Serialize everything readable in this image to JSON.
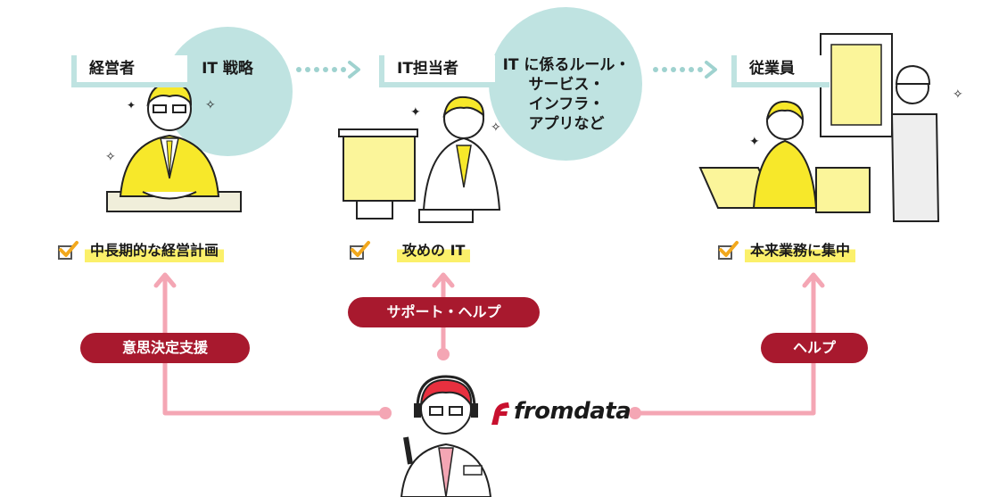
{
  "roles": {
    "executive": "経営者",
    "it_staff": "IT担当者",
    "employee": "従業員"
  },
  "bubbles": {
    "executive_topic": "IT 戦略",
    "it_staff_topic": "IT に係るルール・\nサービス・\nインフラ・\nアプリなど"
  },
  "outcomes": {
    "executive": "中長期的な経営計画",
    "it_staff": "攻めの IT",
    "employee": "本来業務に集中"
  },
  "support": {
    "executive": "意思決定支援",
    "it_staff": "サポート・ヘルプ",
    "employee": "ヘルプ"
  },
  "logo": {
    "text": "fromdata"
  },
  "colors": {
    "circle": "#bfe3e1",
    "accent_pill": "#a8192e",
    "connector": "#f4a6b4",
    "highlight": "#fbf06a",
    "check": "#f2a81d"
  }
}
